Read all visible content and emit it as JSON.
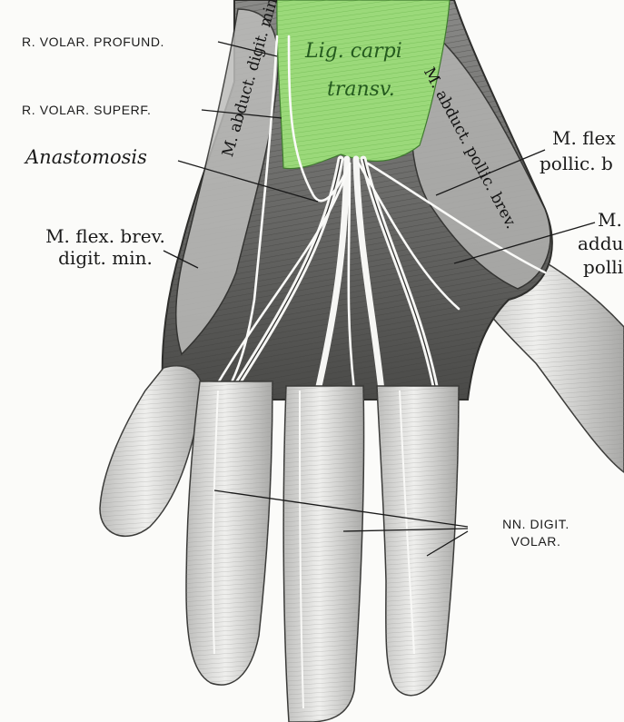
{
  "labels": {
    "r_volar_profund": "R. VOLAR. PROFUND.",
    "r_volar_superf": "R. VOLAR. SUPERF.",
    "anastomosis": "Anastomosis",
    "m_flex_brev_digit_min_1": "M. flex. brev.",
    "m_flex_brev_digit_min_2": "digit. min.",
    "m_flex_pollic_1": "M. flex",
    "m_flex_pollic_2": "pollic. b",
    "m_addu_1": "M.",
    "m_addu_2": "addu",
    "m_addu_3": "polli",
    "nn_digit_volar_1": "NN. DIGIT.",
    "nn_digit_volar_2": "VOLAR.",
    "lig_carpi_1": "Lig. carpi",
    "lig_carpi_2": "transv.",
    "m_abduct_digit_min": "M. abduct. digit. min.",
    "m_abduct_pollic_brev": "M. abduct. pollic. brev."
  },
  "colors": {
    "ligament_green": "#8fd16a",
    "tendon_white": "#f4f4f2",
    "muscle_gray": "#6e6e6e",
    "deep_shadow": "#2a2a2a",
    "skin_light": "#d9d9d6"
  }
}
